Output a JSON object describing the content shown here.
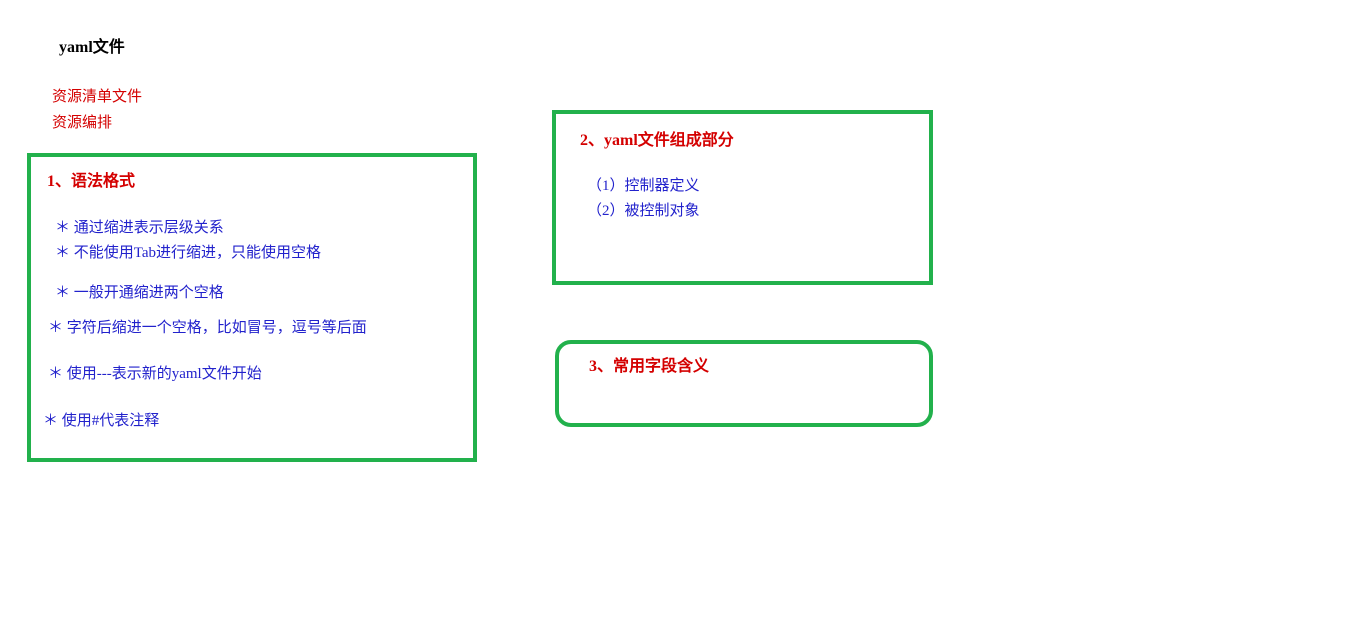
{
  "colors": {
    "box_border_green": "#22b14c",
    "heading_red": "#d40000",
    "body_blue": "#2222cc",
    "title_black": "#000000",
    "background": "#ffffff"
  },
  "title": "yaml文件",
  "notes": {
    "line1": "资源清单文件",
    "line2": "资源编排"
  },
  "boxes": [
    {
      "heading": "1、语法格式",
      "items": [
        "＊ 通过缩进表示层级关系",
        "＊ 不能使用Tab进行缩进，只能使用空格",
        "＊ 一般开通缩进两个空格",
        "＊ 字符后缩进一个空格，比如冒号，逗号等后面",
        "＊ 使用---表示新的yaml文件开始",
        "＊ 使用#代表注释"
      ]
    },
    {
      "heading": "2、yaml文件组成部分",
      "items": [
        "（1）控制器定义",
        "（2）被控制对象"
      ]
    },
    {
      "heading": "3、常用字段含义",
      "items": []
    }
  ]
}
